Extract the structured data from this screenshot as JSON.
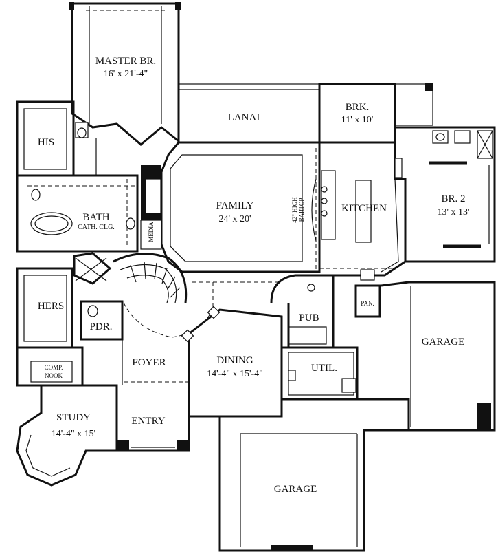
{
  "rooms": {
    "master": {
      "name": "MASTER BR.",
      "dims": "16' x 21'-4\""
    },
    "lanai": {
      "name": "LANAI"
    },
    "breakfast": {
      "name": "BRK.",
      "dims": "11' x 10'"
    },
    "his": {
      "name": "HIS"
    },
    "bath": {
      "name": "BATH",
      "note": "CATH. CLG."
    },
    "family": {
      "name": "FAMILY",
      "dims": "24' x 20'"
    },
    "bartop": {
      "line1": "42\" HIGH",
      "line2": "BARTOP"
    },
    "kitchen": {
      "name": "KITCHEN"
    },
    "br2": {
      "name": "BR. 2",
      "dims": "13' x 13'"
    },
    "media": {
      "name": "MEDIA"
    },
    "hers": {
      "name": "HERS"
    },
    "pdr": {
      "name": "PDR."
    },
    "pub": {
      "name": "PUB"
    },
    "pan": {
      "name": "PAN."
    },
    "garage_right": {
      "name": "GARAGE"
    },
    "foyer": {
      "name": "FOYER"
    },
    "dining": {
      "name": "DINING",
      "dims": "14'-4\" x 15'-4\""
    },
    "util": {
      "name": "UTIL."
    },
    "comp_nook": {
      "line1": "COMP.",
      "line2": "NOOK"
    },
    "study": {
      "name": "STUDY",
      "dims": "14'-4\" x 15'"
    },
    "entry": {
      "name": "ENTRY"
    },
    "garage_bottom": {
      "name": "GARAGE"
    }
  }
}
